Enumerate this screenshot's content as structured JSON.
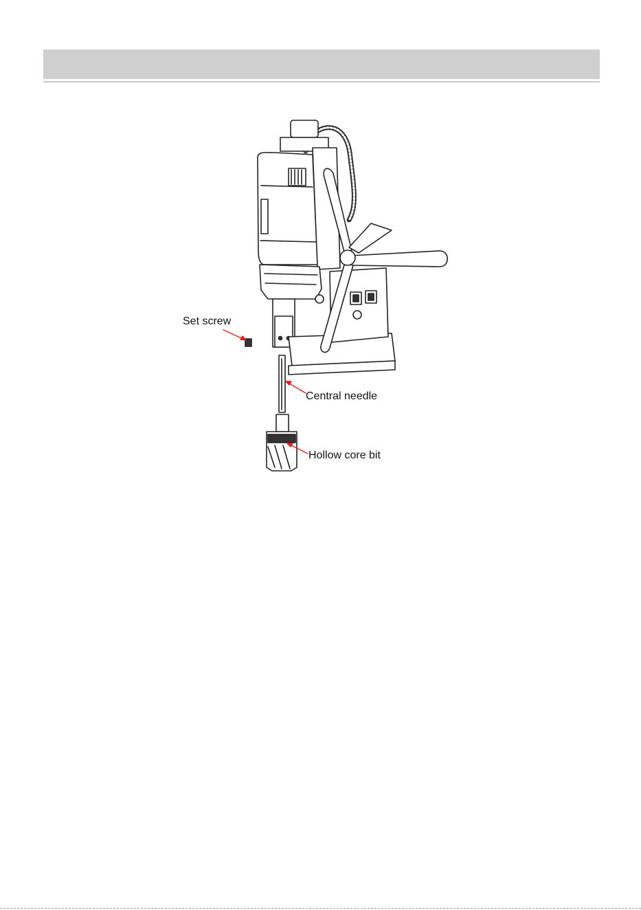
{
  "header": {
    "title": ""
  },
  "figure": {
    "icon": "magnetic-drill-exploded-icon",
    "callouts": {
      "set_screw": "Set screw",
      "central_needle": "Central needle",
      "hollow_core_bit": "Hollow core bit"
    },
    "leader_color": "#e0201b"
  }
}
